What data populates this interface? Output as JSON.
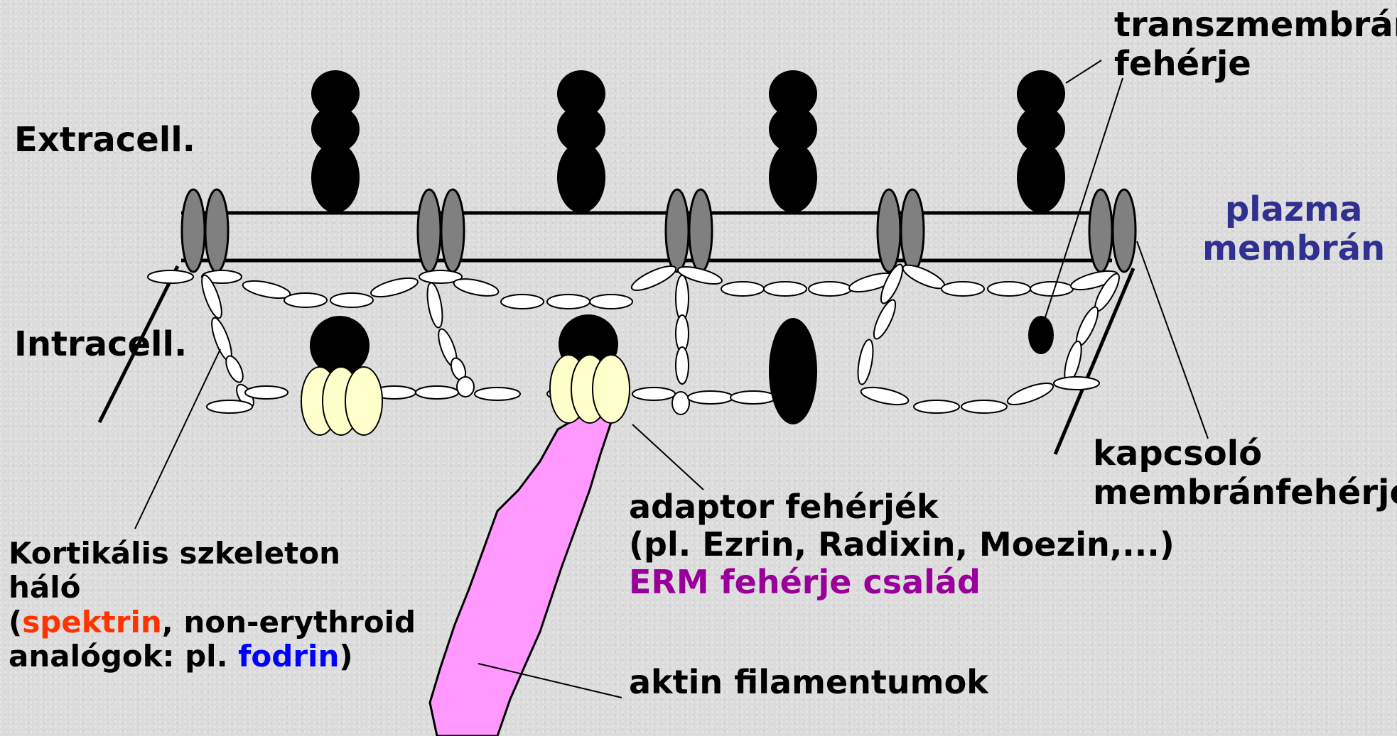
{
  "labels": {
    "extracell": "Extracell.",
    "intracell": "Intracell.",
    "transmembrane_line1": "transzmembrán",
    "transmembrane_line2": "fehérje",
    "plasma_line1": "plazma",
    "plasma_line2": "membrán",
    "linker_line1": "kapcsoló",
    "linker_line2": "membránfehérje",
    "adaptor_line1": "adaptor fehérjék",
    "adaptor_line2": "(pl. Ezrin, Radixin, Moezin,...)",
    "adaptor_line3": "ERM fehérje család",
    "actin": "aktin filamentumok",
    "cortical_line1": "Kortikális szkeleton",
    "cortical_line2": "háló",
    "cortical_open": "(",
    "spectrin": "spektrin",
    "cortical_mid": ", non-erythroid",
    "cortical_line4_pre": "analógok: pl. ",
    "fodrin": "fodrin",
    "cortical_close": ")"
  },
  "colors": {
    "plasma_membrane": "#303090",
    "erm": "#990099",
    "spectrin": "#ff3300",
    "fodrin": "#0000ff",
    "actin_fill": "#ff99ff",
    "adaptor_fill": "#ffffcc",
    "linker_fill": "#808080",
    "transmembrane_fill": "#000000"
  }
}
